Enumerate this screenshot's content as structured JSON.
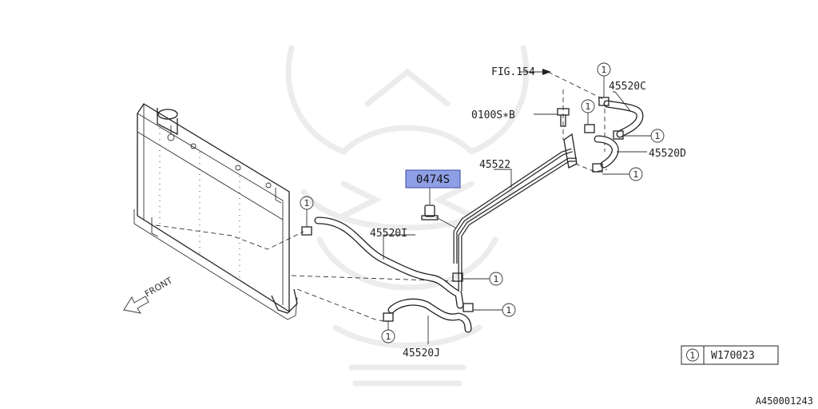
{
  "parts": {
    "highlighted_part": "0474S",
    "fig_ref": "FIG.154",
    "bolt": "0100S∗B",
    "hose_c": "45520C",
    "hose_d": "45520D",
    "pipe": "45522",
    "hose_i": "45520I",
    "hose_j": "45520J"
  },
  "callout_number": "1",
  "legend": {
    "number": "1",
    "code": "W170023"
  },
  "front_label": "FRONT",
  "document_id": "A450001243",
  "colors": {
    "highlight": "#8f9fe6",
    "line": "#222222",
    "watermark": "#ececec"
  }
}
